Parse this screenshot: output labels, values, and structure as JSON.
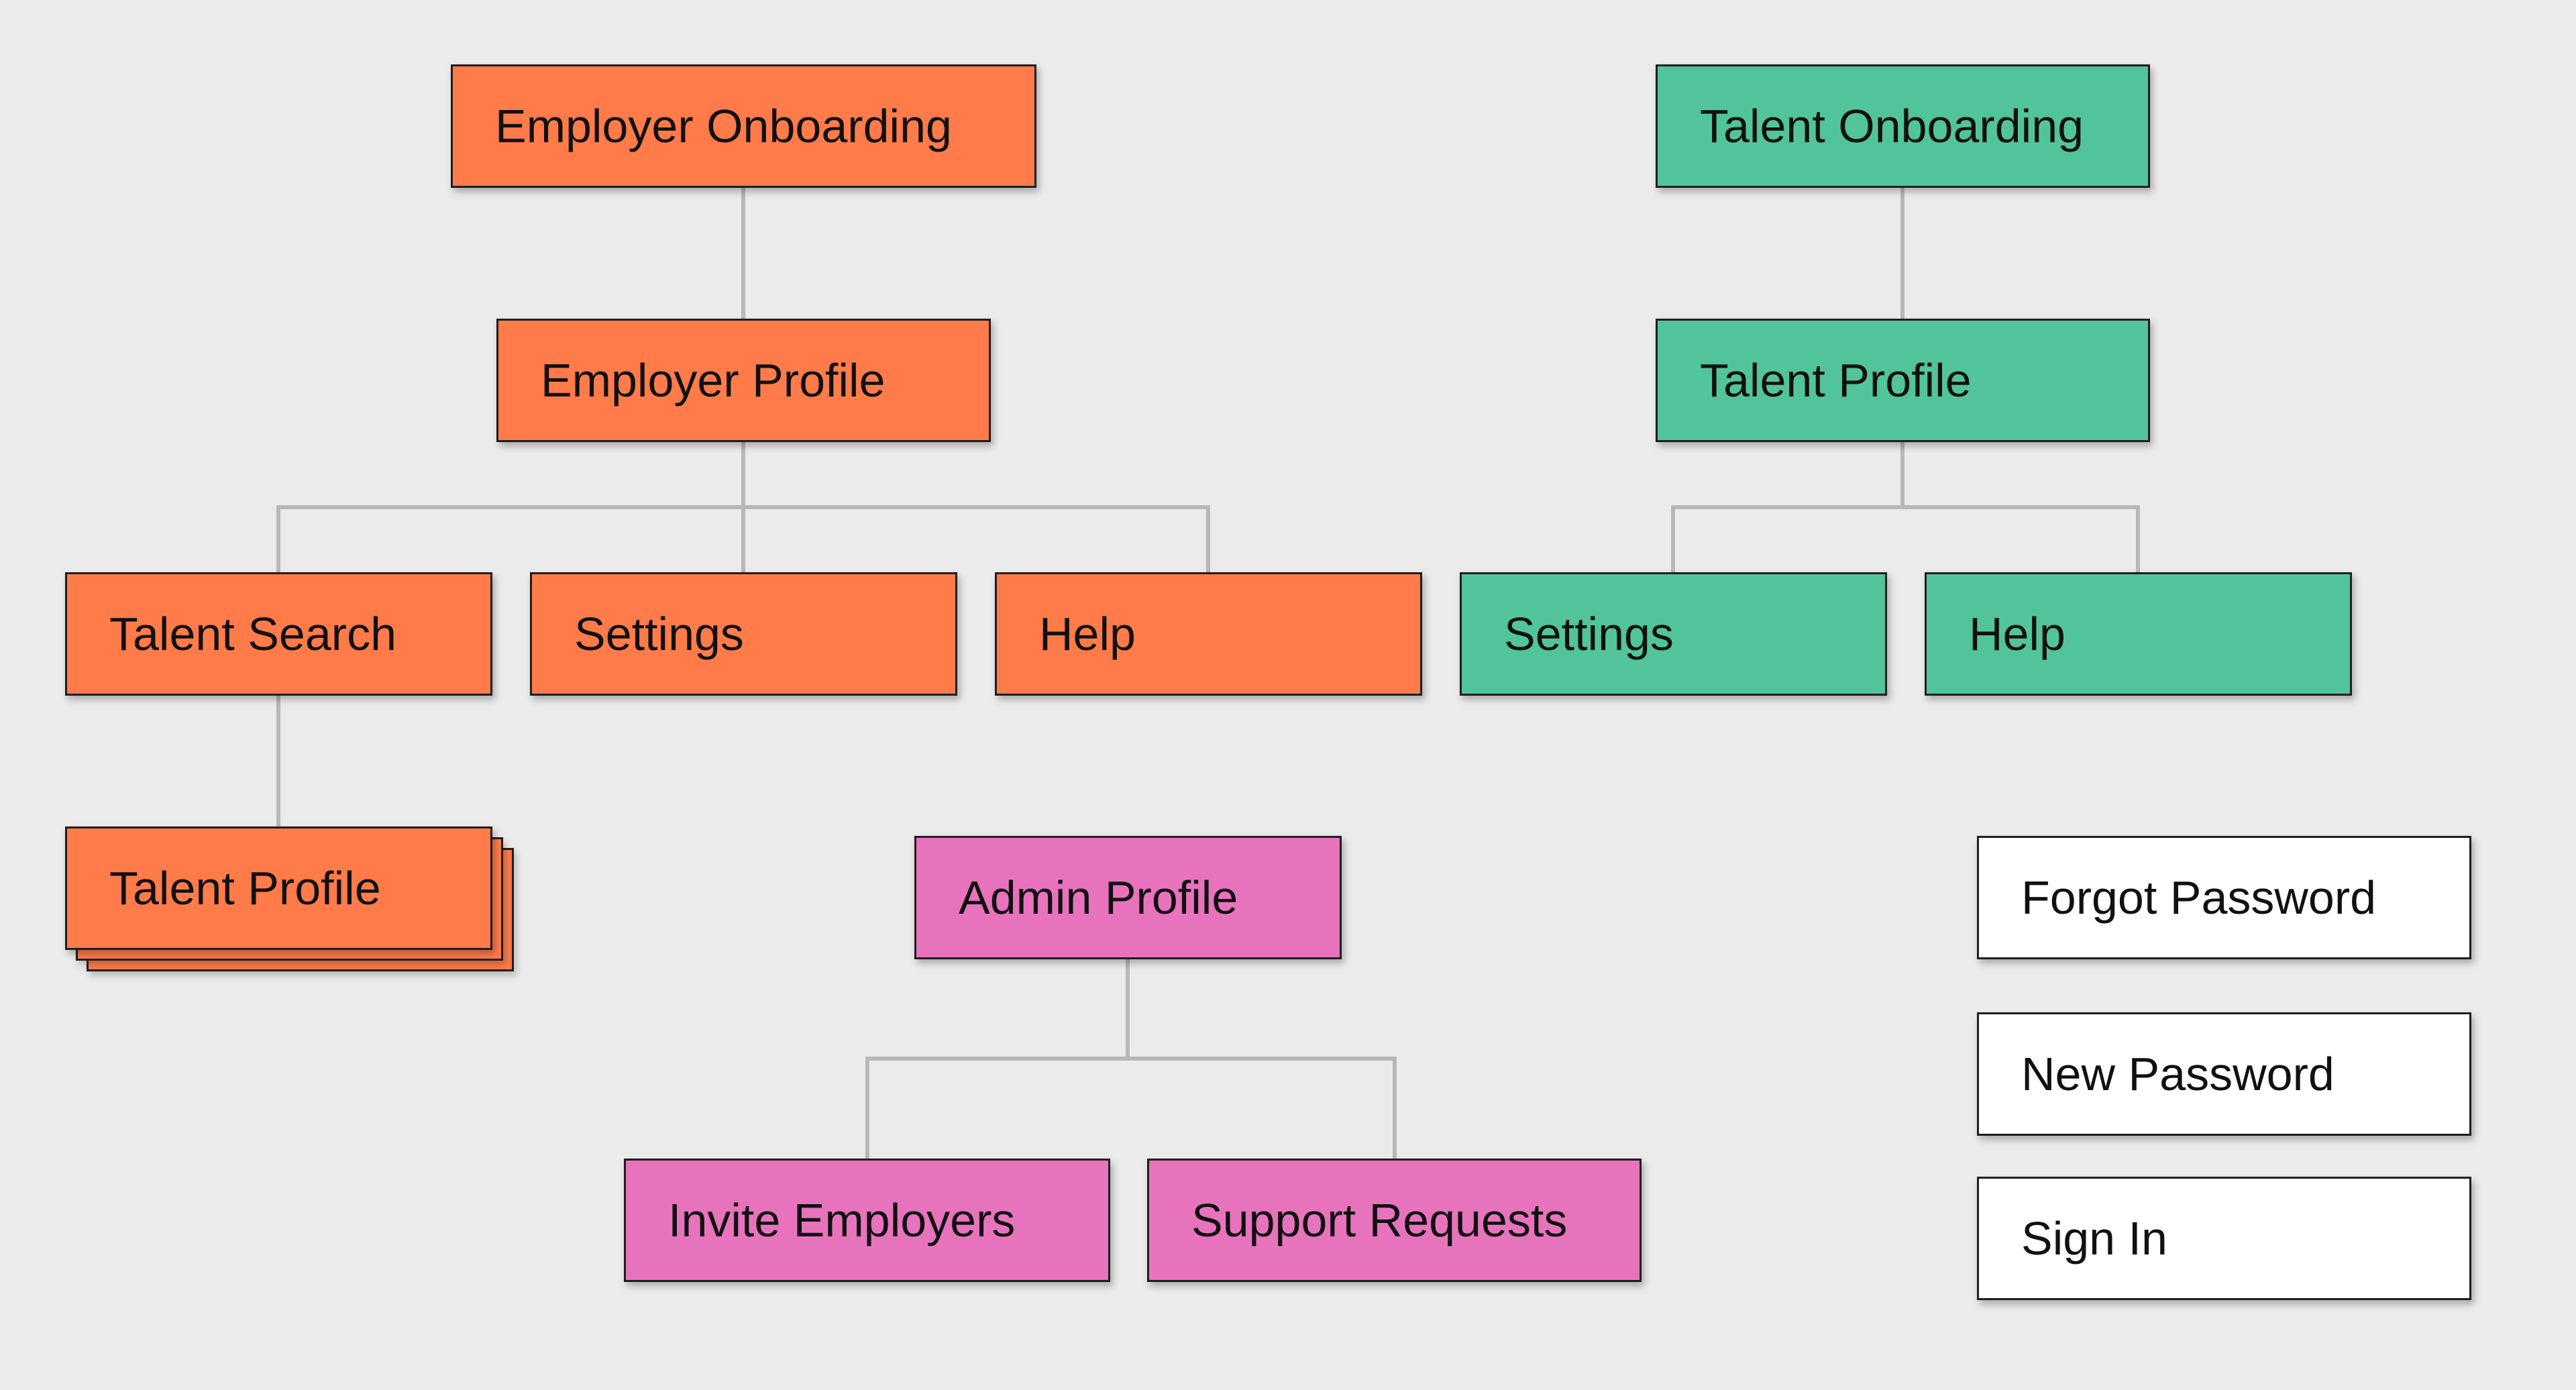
{
  "employer_tree": {
    "onboarding": "Employer Onboarding",
    "profile": "Employer Profile",
    "talent_search": "Talent Search",
    "settings": "Settings",
    "help": "Help",
    "talent_profile": "Talent Profile"
  },
  "talent_tree": {
    "onboarding": "Talent Onboarding",
    "profile": "Talent Profile",
    "settings": "Settings",
    "help": "Help"
  },
  "admin_tree": {
    "profile": "Admin Profile",
    "invite_employers": "Invite Employers",
    "support_requests": "Support Requests"
  },
  "auth_pages": {
    "forgot_password": "Forgot Password",
    "new_password": "New Password",
    "sign_in": "Sign In"
  },
  "colors": {
    "background": "#ebebeb",
    "employer": "#ff7b4a",
    "talent": "#52c49c",
    "admin": "#e873bd",
    "auth": "#ffffff",
    "connector": "#b8b8b8"
  }
}
